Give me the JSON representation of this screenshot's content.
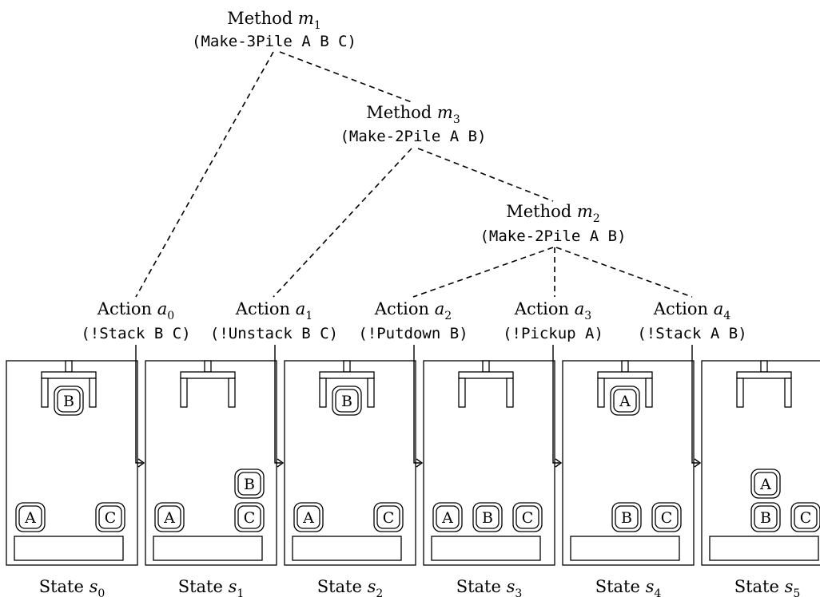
{
  "methods": [
    {
      "id": "m1",
      "word": "Method",
      "var": "m",
      "sub": "1",
      "code": "(Make-3Pile A B C)"
    },
    {
      "id": "m3",
      "word": "Method",
      "var": "m",
      "sub": "3",
      "code": "(Make-2Pile A B)"
    },
    {
      "id": "m2",
      "word": "Method",
      "var": "m",
      "sub": "2",
      "code": "(Make-2Pile A B)"
    }
  ],
  "actions": [
    {
      "id": "a0",
      "word": "Action",
      "var": "a",
      "sub": "0",
      "code": "(!Stack B C)"
    },
    {
      "id": "a1",
      "word": "Action",
      "var": "a",
      "sub": "1",
      "code": "(!Unstack B C)"
    },
    {
      "id": "a2",
      "word": "Action",
      "var": "a",
      "sub": "2",
      "code": "(!Putdown B)"
    },
    {
      "id": "a3",
      "word": "Action",
      "var": "a",
      "sub": "3",
      "code": "(!Pickup A)"
    },
    {
      "id": "a4",
      "word": "Action",
      "var": "a",
      "sub": "4",
      "code": "(!Stack A B)"
    }
  ],
  "states": [
    {
      "id": "s0",
      "word": "State",
      "var": "s",
      "sub": "0",
      "gripper": "B",
      "table": [
        "A",
        "",
        "C"
      ],
      "stacked": [
        "",
        "",
        ""
      ]
    },
    {
      "id": "s1",
      "word": "State",
      "var": "s",
      "sub": "1",
      "gripper": "",
      "table": [
        "A",
        "",
        "C"
      ],
      "stacked": [
        "",
        "",
        "B"
      ]
    },
    {
      "id": "s2",
      "word": "State",
      "var": "s",
      "sub": "2",
      "gripper": "B",
      "table": [
        "A",
        "",
        "C"
      ],
      "stacked": [
        "",
        "",
        ""
      ]
    },
    {
      "id": "s3",
      "word": "State",
      "var": "s",
      "sub": "3",
      "gripper": "",
      "table": [
        "A",
        "B",
        "C"
      ],
      "stacked": [
        "",
        "",
        ""
      ]
    },
    {
      "id": "s4",
      "word": "State",
      "var": "s",
      "sub": "4",
      "gripper": "A",
      "table": [
        "",
        "B",
        "C"
      ],
      "stacked": [
        "",
        "",
        ""
      ]
    },
    {
      "id": "s5",
      "word": "State",
      "var": "s",
      "sub": "5",
      "gripper": "",
      "table": [
        "",
        "B",
        "C"
      ],
      "stacked": [
        "",
        "A",
        ""
      ]
    }
  ]
}
